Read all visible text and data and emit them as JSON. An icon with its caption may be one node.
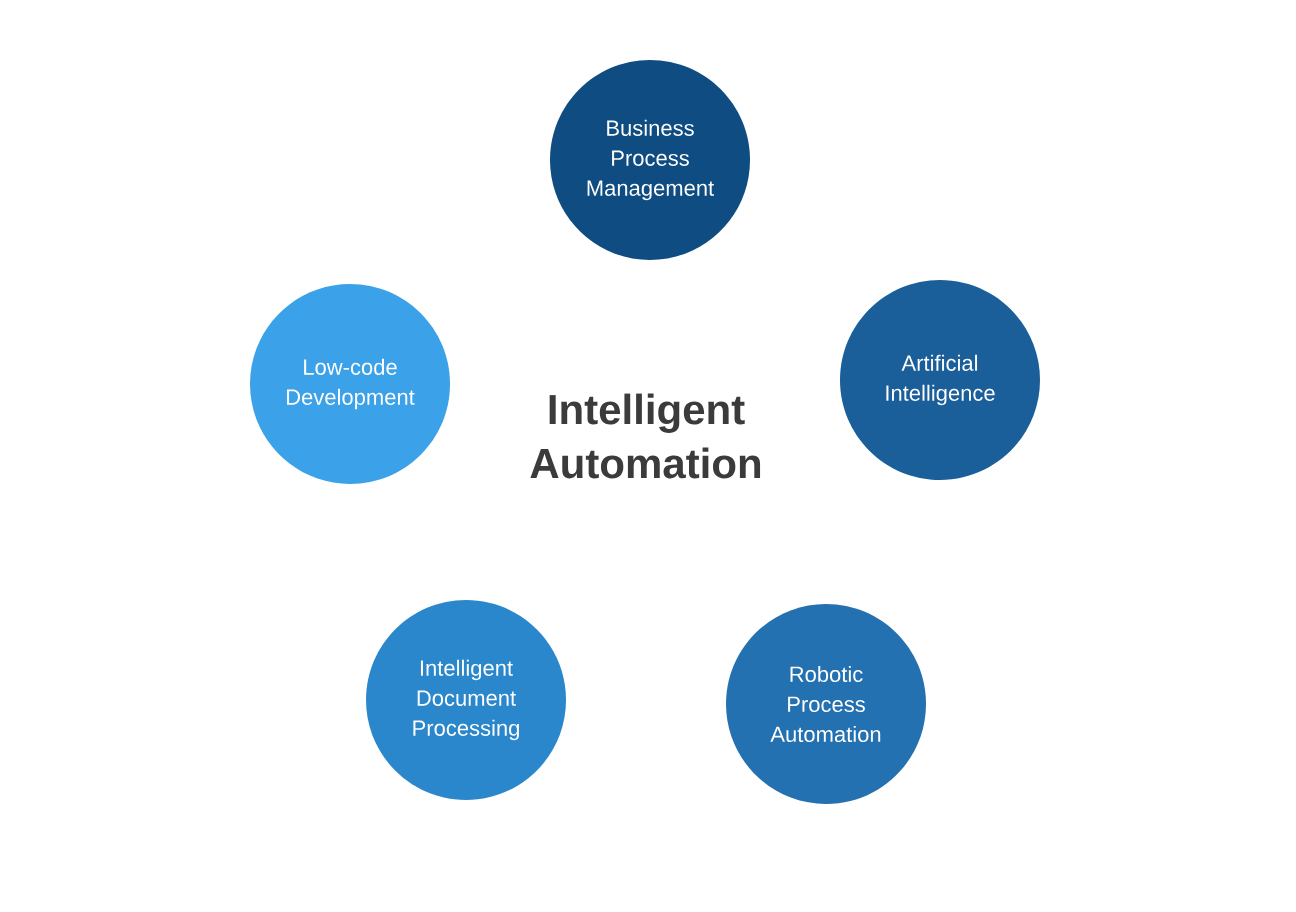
{
  "diagram": {
    "title": "Intelligent Automation",
    "nodes": [
      {
        "text": [
          "Business Process Management"
        ]
      },
      {
        "text": [
          "Low-code Development"
        ]
      },
      {
        "text": [
          "Artificial Intelligence"
        ]
      },
      {
        "text": [
          "Intelligent Document Processing"
        ]
      },
      {
        "text": [
          "Robotic Process Automation"
        ]
      }
    ]
  }
}
